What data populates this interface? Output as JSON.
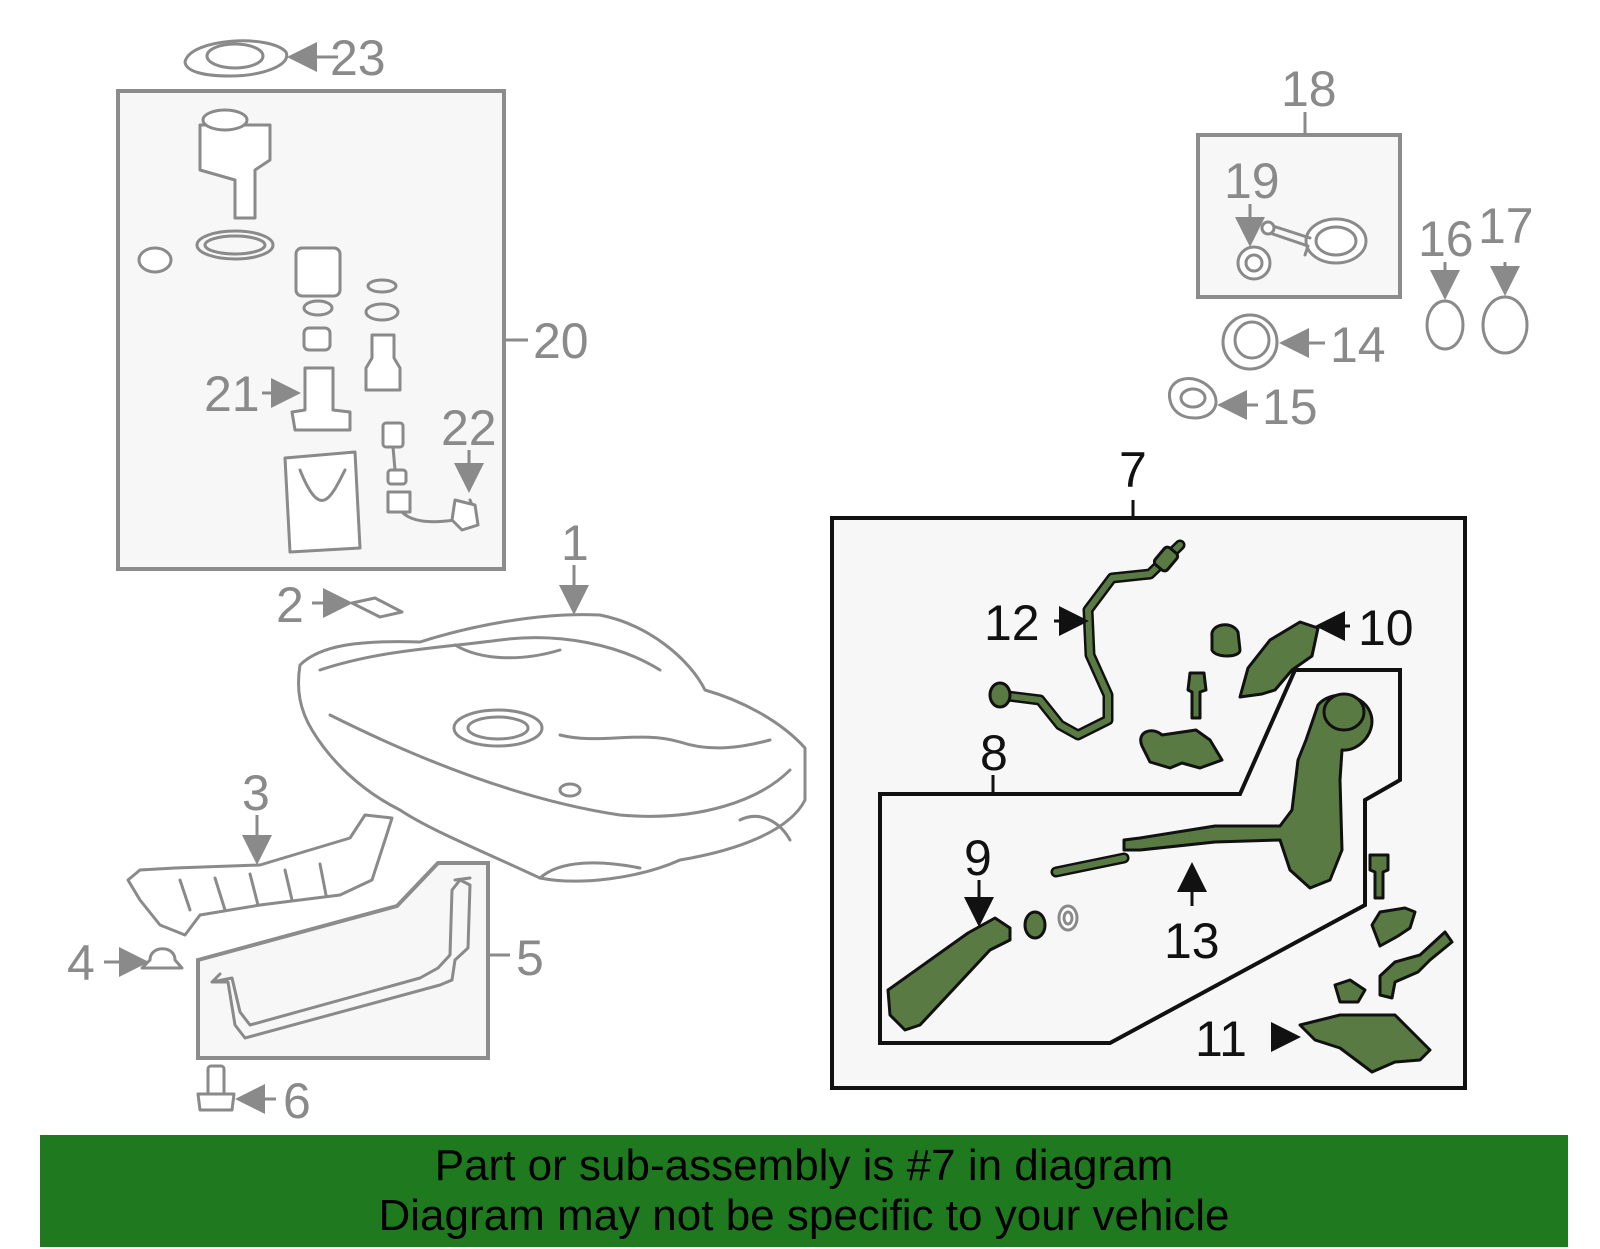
{
  "callouts": {
    "c1": "1",
    "c2": "2",
    "c3": "3",
    "c4": "4",
    "c5": "5",
    "c6": "6",
    "c7": "7",
    "c8": "8",
    "c9": "9",
    "c10": "10",
    "c11": "11",
    "c12": "12",
    "c13": "13",
    "c14": "14",
    "c15": "15",
    "c16": "16",
    "c17": "17",
    "c18": "18",
    "c19": "19",
    "c20": "20",
    "c21": "21",
    "c22": "22",
    "c23": "23"
  },
  "highlight": {
    "callout": "7",
    "color": "#5a7a43"
  },
  "footer": {
    "line1": "Part or sub-assembly is #7 in diagram",
    "line2": "Diagram may not be specific to your vehicle",
    "background": "#1f7a1f"
  }
}
